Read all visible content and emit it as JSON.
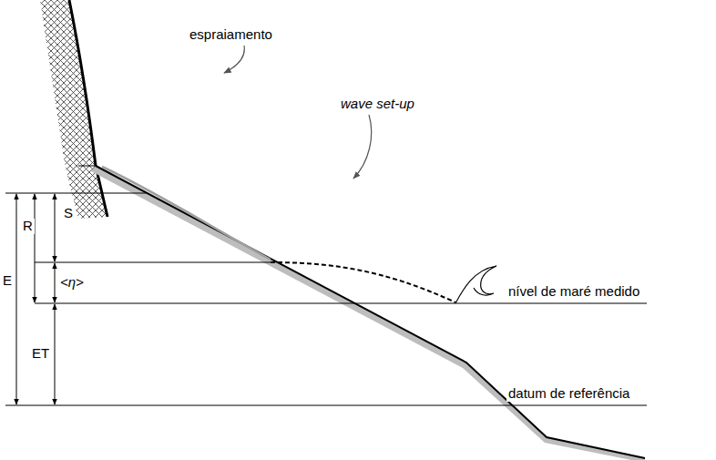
{
  "diagram": {
    "labels": [
      "espraiamento",
      "wave set-up",
      "S",
      "R",
      "<η>",
      "nível de maré medido",
      "E",
      "ET",
      "datum de referência"
    ]
  }
}
